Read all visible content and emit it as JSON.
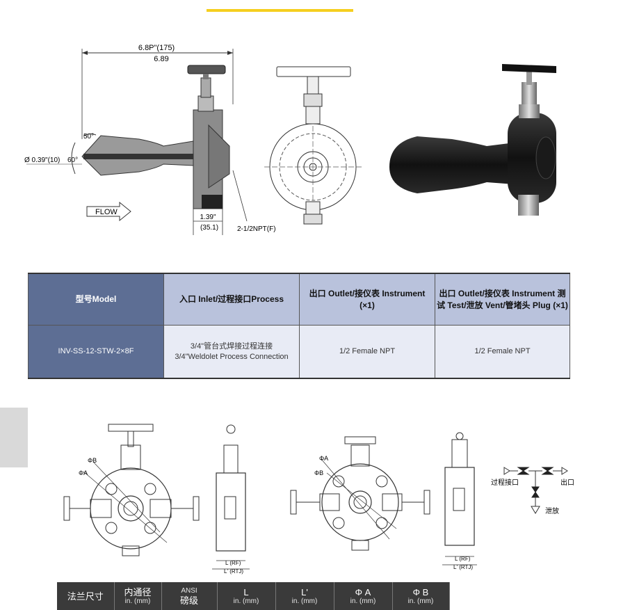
{
  "drawing_top": {
    "dim_total_top": "6.8P\"(175)",
    "dim_total_bottom": "6.89",
    "angle_top": "50°",
    "bore_label": "Ø 0.39\"(10)",
    "angle_side": "60°",
    "flow_label": "FLOW",
    "dim_small_top": "1.39\"",
    "dim_small_bottom": "(35.1)",
    "npt_label": "2-1/2NPT(F)"
  },
  "spec_table": {
    "headers": [
      "型号Model",
      "入口 Inlet/过程接口Process",
      "出口 Outlet/接仪表 Instrument (×1)",
      "出口 Outlet/接仪表 Instrument 测试 Test/泄放 Vent/管堵头 Plug (×1)"
    ],
    "row": {
      "model": "INV-SS-12-STW-2×8F",
      "inlet_line1": "3/4\"管台式焊接过程连接",
      "inlet_line2": "3/4\"Weldolet Process Connection",
      "outlet1": "1/2 Female NPT",
      "outlet2": "1/2 Female NPT"
    }
  },
  "drawing_bottom": {
    "phi_b": "ΦB",
    "phi_a": "ΦA",
    "l_rf": "L (RF)",
    "l_rtj": "L' (RTJ)",
    "schematic_process": "过程接口",
    "schematic_outlet": "出口",
    "schematic_vent": "泄放"
  },
  "flange_table": {
    "headers": [
      {
        "big": "法兰尺寸",
        "small": ""
      },
      {
        "big": "内通径",
        "small": "in. (mm)"
      },
      {
        "big": "ANSI",
        "small": "磅级"
      },
      {
        "big": "L",
        "small": "in. (mm)"
      },
      {
        "big": "L'",
        "small": "in. (mm)"
      },
      {
        "big": "Φ A",
        "small": "in. (mm)"
      },
      {
        "big": "Φ B",
        "small": "in. (mm)"
      }
    ]
  }
}
